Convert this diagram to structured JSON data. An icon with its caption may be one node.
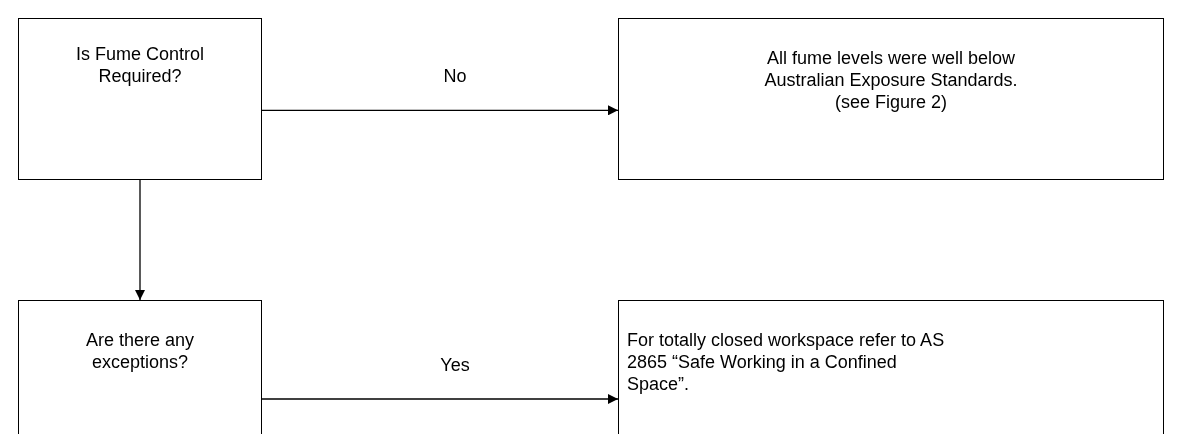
{
  "diagram": {
    "nodes": [
      {
        "text": [
          "Is Fume Control Required?"
        ]
      },
      {
        "text": [
          "All fume levels were well below Australian Exposure Standards. (see Figure 2)"
        ]
      },
      {
        "text": [
          "Are there any exceptions?"
        ]
      },
      {
        "text": [
          "For totally closed workspace refer to AS 2865 “Safe Working in a Confined Space”."
        ]
      }
    ],
    "edges": [
      {
        "from": 0,
        "to": 1,
        "arrow": "to",
        "label": "No"
      },
      {
        "from": 0,
        "to": 2,
        "arrow": "to"
      },
      {
        "from": 2,
        "to": 3,
        "arrow": "to",
        "label": "Yes"
      }
    ]
  }
}
